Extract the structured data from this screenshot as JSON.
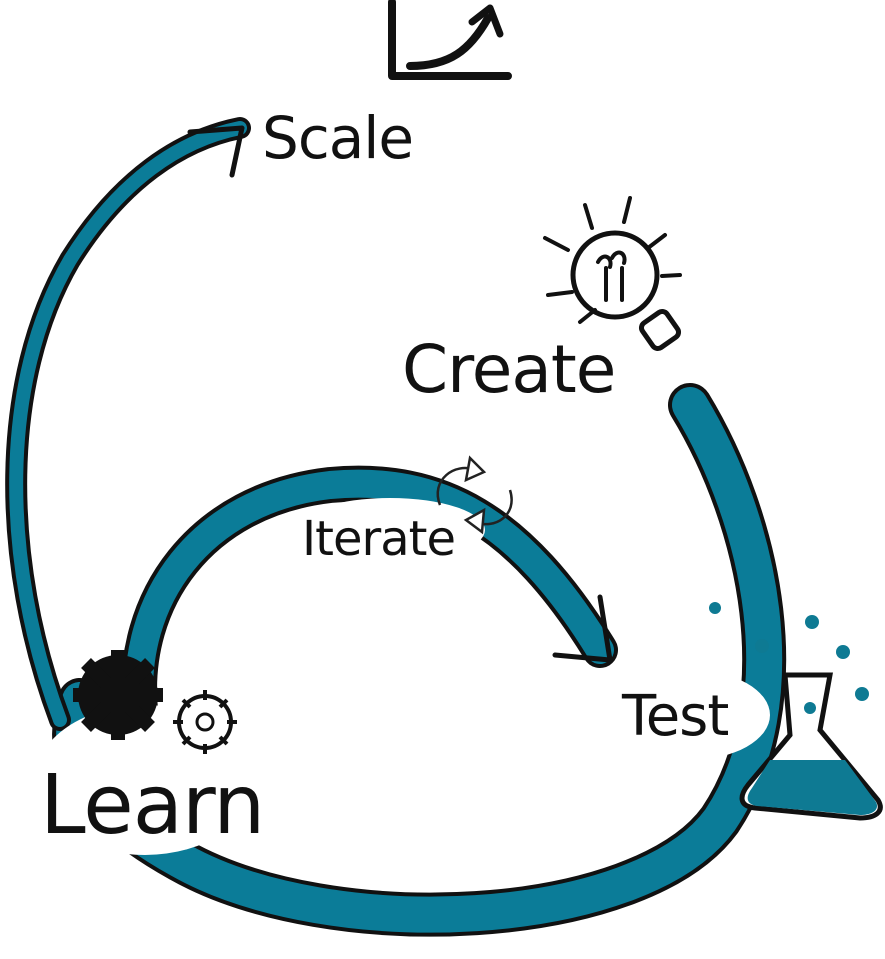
{
  "diagram": {
    "stages": {
      "scale": "Scale",
      "create": "Create",
      "iterate": "Iterate",
      "test": "Test",
      "learn": "Learn"
    },
    "icons": {
      "scale": "growth-chart-icon",
      "create": "lightbulb-icon",
      "iterate": "refresh-icon",
      "test": "flask-icon",
      "learn": "gears-icon"
    },
    "colors": {
      "band": "#0b7c98",
      "ink": "#111111",
      "bubbles": "#0e7a93"
    }
  }
}
